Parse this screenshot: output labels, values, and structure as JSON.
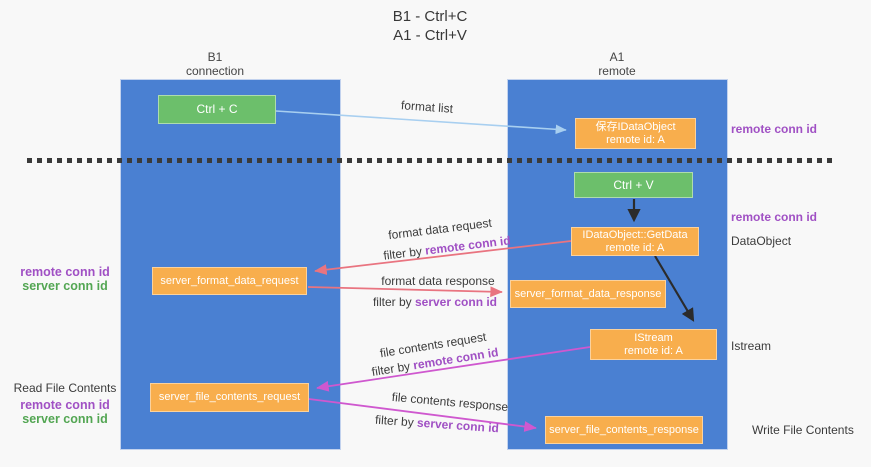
{
  "title": {
    "line1": "B1 - Ctrl+C",
    "line2": "A1 - Ctrl+V"
  },
  "columns": {
    "left": {
      "name": "B1",
      "subtitle": "connection"
    },
    "right": {
      "name": "A1",
      "subtitle": "remote"
    }
  },
  "nodes": {
    "ctrl_c": "Ctrl + C",
    "ctrl_v": "Ctrl + V",
    "save_dataobject": {
      "line1": "保存IDataObject",
      "line2": "remote id: A"
    },
    "getdata": {
      "line1": "IDataObject::GetData",
      "line2": "remote id: A"
    },
    "istream": {
      "line1": "IStream",
      "line2": "remote id: A"
    },
    "server_format_data_request": "server_format_data_request",
    "server_format_data_response": "server_format_data_response",
    "server_file_contents_request": "server_file_contents_request",
    "server_file_contents_response": "server_file_contents_response"
  },
  "right_labels": {
    "remote_conn_id_top": "remote conn id",
    "remote_conn_id_mid": "remote conn id",
    "dataobject": "DataObject",
    "istream": "Istream",
    "write_file_contents": "Write File Contents"
  },
  "left_labels": {
    "pair1_remote": "remote conn id",
    "pair1_server": "server conn id",
    "read_file_contents": "Read File Contents",
    "pair2_remote": "remote conn id",
    "pair2_server": "server conn id"
  },
  "arrow_labels": {
    "format_list": "format list",
    "format_data_request": "format data request",
    "format_data_response": "format data response",
    "file_contents_request": "file contents request",
    "file_contents_response": "file contents response",
    "filter_by": "filter by ",
    "remote_conn_id": "remote conn id",
    "server_conn_id": "server conn id"
  },
  "colors": {
    "background": "#f8f8f8",
    "column_blue": "#4a80d2",
    "node_orange": "#f8ae4d",
    "node_green": "#6cbf6b",
    "arrow_light_blue": "#a8cff0",
    "arrow_red": "#e97480",
    "arrow_magenta": "#cf58cf",
    "arrow_black": "#2b2b2b",
    "label_purple": "#a050c4",
    "label_green": "#53a653",
    "dashed_line": "#3a3a3a"
  }
}
